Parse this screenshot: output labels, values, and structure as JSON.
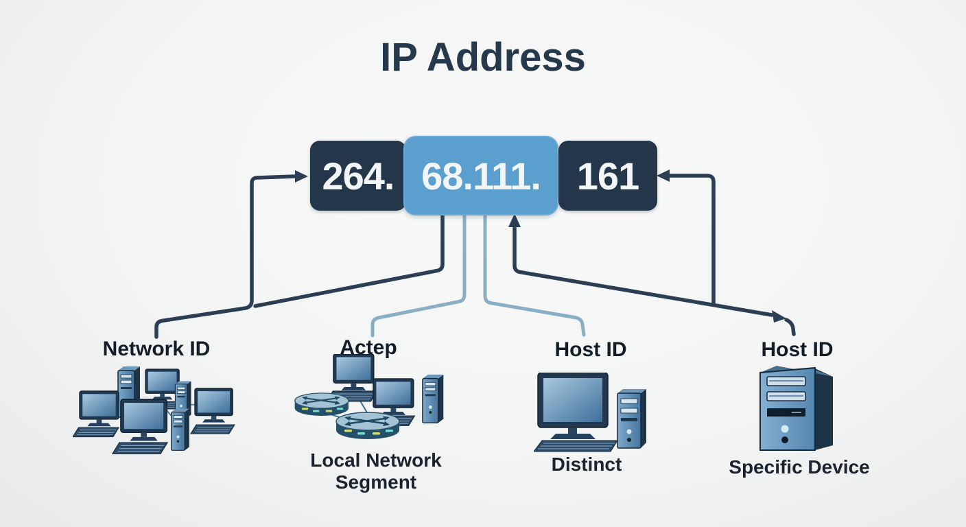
{
  "title": "IP Address",
  "ip": {
    "full_address": "264.68.111.161",
    "segments": [
      {
        "text": "264.",
        "style": "dark"
      },
      {
        "text": "68.111.",
        "style": "light"
      },
      {
        "text": "161",
        "style": "dark"
      }
    ]
  },
  "branches": [
    {
      "label": "Network ID",
      "caption": "",
      "icon": "network-cluster-illustration"
    },
    {
      "label": "Actep",
      "caption": "Local Network Segment",
      "icon": "lan-segment-illustration"
    },
    {
      "label": "Host ID",
      "caption": "Distinct",
      "icon": "desktop-computer-illustration"
    },
    {
      "label": "Host ID",
      "caption": "Specific Device",
      "icon": "server-tower-illustration"
    }
  ],
  "colors": {
    "background": "#f3f4f4",
    "box_dark_navy": "#24364a",
    "box_light_blue": "#5b9fce",
    "ip_text": "#f3f6f9",
    "title_text": "#26394c",
    "label_text": "#121d28",
    "connector_dark": "#2b3e53",
    "connector_light": "#8aafc4",
    "device_blue": "#46759e"
  }
}
